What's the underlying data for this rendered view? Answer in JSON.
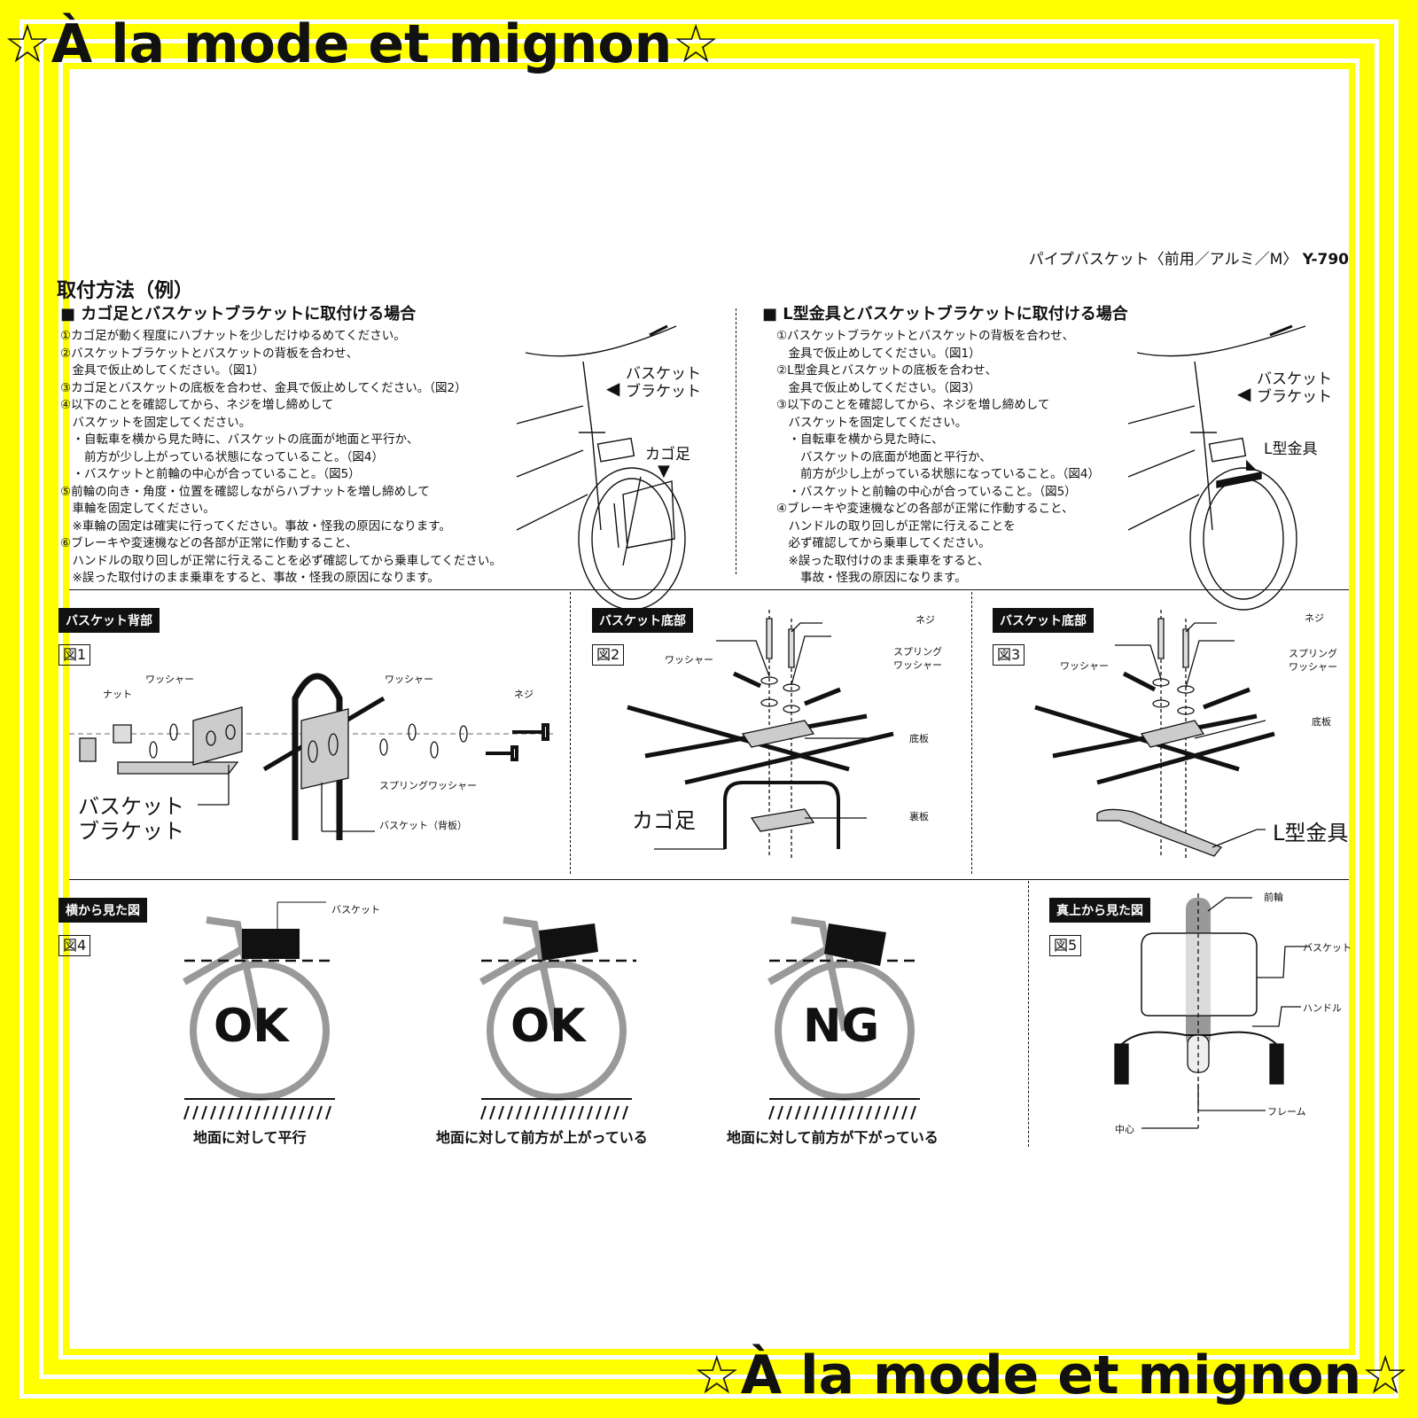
{
  "banner": {
    "top": "☆À la mode et mignon☆",
    "bottom": "☆À la mode et mignon☆"
  },
  "header": {
    "product": "パイプバスケット〈前用／アルミ／M〉",
    "model": "Y-790"
  },
  "section_title": "取付方法（例）",
  "left_method": {
    "title": "■ カゴ足とバスケットブラケットに取付ける場合",
    "steps": [
      "①カゴ足が動く程度にハブナットを少しだけゆるめてください。",
      "②バスケットブラケットとバスケットの背板を合わせ、",
      "　金具で仮止めしてください。（図1）",
      "③カゴ足とバスケットの底板を合わせ、金具で仮止めしてください。（図2）",
      "④以下のことを確認してから、ネジを増し締めして",
      "　バスケットを固定してください。",
      "　・自転車を横から見た時に、バスケットの底面が地面と平行か、",
      "　　前方が少し上がっている状態になっていること。（図4）",
      "　・バスケットと前輪の中心が合っていること。（図5）",
      "⑤前輪の向き・角度・位置を確認しながらハブナットを増し締めして",
      "　車輪を固定してください。",
      "　※車輪の固定は確実に行ってください。事故・怪我の原因になります。",
      "⑥ブレーキや変速機などの各部が正常に作動すること、",
      "　ハンドルの取り回しが正常に行えることを必ず確認してから乗車してください。",
      "　※誤った取付けのまま乗車をすると、事故・怪我の原因になります。"
    ],
    "callouts": {
      "bracket": "バスケット\nブラケット",
      "leg": "カゴ足"
    }
  },
  "right_method": {
    "title": "■ L型金具とバスケットブラケットに取付ける場合",
    "steps": [
      "①バスケットブラケットとバスケットの背板を合わせ、",
      "　金具で仮止めしてください。（図1）",
      "②L型金具とバスケットの底板を合わせ、",
      "　金具で仮止めしてください。（図3）",
      "③以下のことを確認してから、ネジを増し締めして",
      "　バスケットを固定してください。",
      "　・自転車を横から見た時に、",
      "　　バスケットの底面が地面と平行か、",
      "　　前方が少し上がっている状態になっていること。（図4）",
      "　・バスケットと前輪の中心が合っていること。（図5）",
      "④ブレーキや変速機などの各部が正常に作動すること、",
      "　ハンドルの取り回しが正常に行えることを",
      "　必ず確認してから乗車してください。",
      "　※誤った取付けのまま乗車をすると、",
      "　　事故・怪我の原因になります。"
    ],
    "callouts": {
      "bracket": "バスケット\nブラケット",
      "lbracket": "L型金具"
    }
  },
  "fig1": {
    "tag": "バスケット背部",
    "label": "図1",
    "parts": {
      "nut": "ナット",
      "washer_a": "ワッシャー",
      "washer_b": "ワッシャー",
      "screw": "ネジ",
      "spring_washer": "スプリングワッシャー",
      "bracket": "バスケット\nブラケット",
      "back": "バスケット（背板）"
    }
  },
  "fig2": {
    "tag": "バスケット底部",
    "label": "図2",
    "parts": {
      "screw": "ネジ",
      "spring": "スプリング\nワッシャー",
      "washer": "ワッシャー",
      "bottom": "底板",
      "back_plate": "裏板",
      "leg": "カゴ足"
    }
  },
  "fig3": {
    "tag": "バスケット底部",
    "label": "図3",
    "parts": {
      "screw": "ネジ",
      "spring": "スプリング\nワッシャー",
      "washer": "ワッシャー",
      "bottom": "底板",
      "lbracket": "L型金具"
    }
  },
  "fig4": {
    "tag": "横から見た図",
    "label": "図4",
    "basket": "バスケット",
    "cases": [
      {
        "verdict": "OK",
        "caption": "地面に対して平行"
      },
      {
        "verdict": "OK",
        "caption": "地面に対して前方が上がっている"
      },
      {
        "verdict": "NG",
        "caption": "地面に対して前方が下がっている"
      }
    ]
  },
  "fig5": {
    "tag": "真上から見た図",
    "label": "図5",
    "parts": {
      "front_wheel": "前輪",
      "basket": "バスケット",
      "handle": "ハンドル",
      "frame": "フレーム",
      "center": "中心"
    }
  },
  "colors": {
    "frame": "#ffff00",
    "ink": "#111111",
    "gray": "#999999"
  }
}
